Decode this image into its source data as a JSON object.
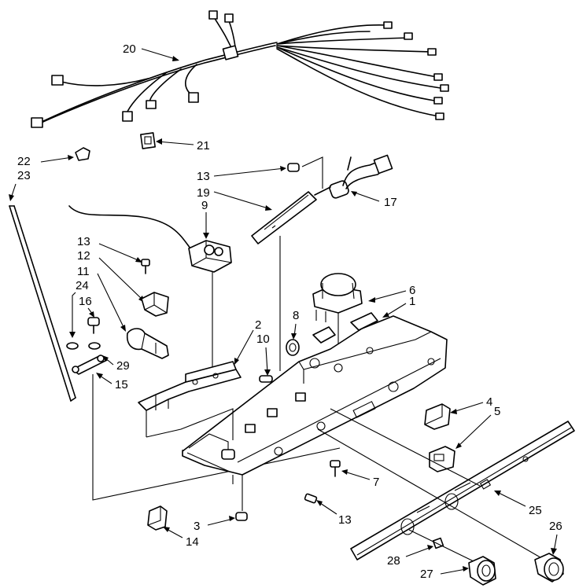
{
  "callouts": [
    {
      "id": "c20",
      "text": "20"
    },
    {
      "id": "c21",
      "text": "21"
    },
    {
      "id": "c22",
      "text": "22"
    },
    {
      "id": "c23",
      "text": "23"
    },
    {
      "id": "c13a",
      "text": "13"
    },
    {
      "id": "c19",
      "text": "19"
    },
    {
      "id": "c17",
      "text": "17"
    },
    {
      "id": "c9",
      "text": "9"
    },
    {
      "id": "c13b",
      "text": "13"
    },
    {
      "id": "c12",
      "text": "12"
    },
    {
      "id": "c11",
      "text": "11"
    },
    {
      "id": "c24",
      "text": "24"
    },
    {
      "id": "c16",
      "text": "16"
    },
    {
      "id": "c6",
      "text": "6"
    },
    {
      "id": "c1",
      "text": "1"
    },
    {
      "id": "c8",
      "text": "8"
    },
    {
      "id": "c2",
      "text": "2"
    },
    {
      "id": "c10",
      "text": "10"
    },
    {
      "id": "c29",
      "text": "29"
    },
    {
      "id": "c15",
      "text": "15"
    },
    {
      "id": "c4",
      "text": "4"
    },
    {
      "id": "c5",
      "text": "5"
    },
    {
      "id": "c7",
      "text": "7"
    },
    {
      "id": "c25",
      "text": "25"
    },
    {
      "id": "c13c",
      "text": "13"
    },
    {
      "id": "c3",
      "text": "3"
    },
    {
      "id": "c14",
      "text": "14"
    },
    {
      "id": "c26",
      "text": "26"
    },
    {
      "id": "c28",
      "text": "28"
    },
    {
      "id": "c27",
      "text": "27"
    }
  ]
}
